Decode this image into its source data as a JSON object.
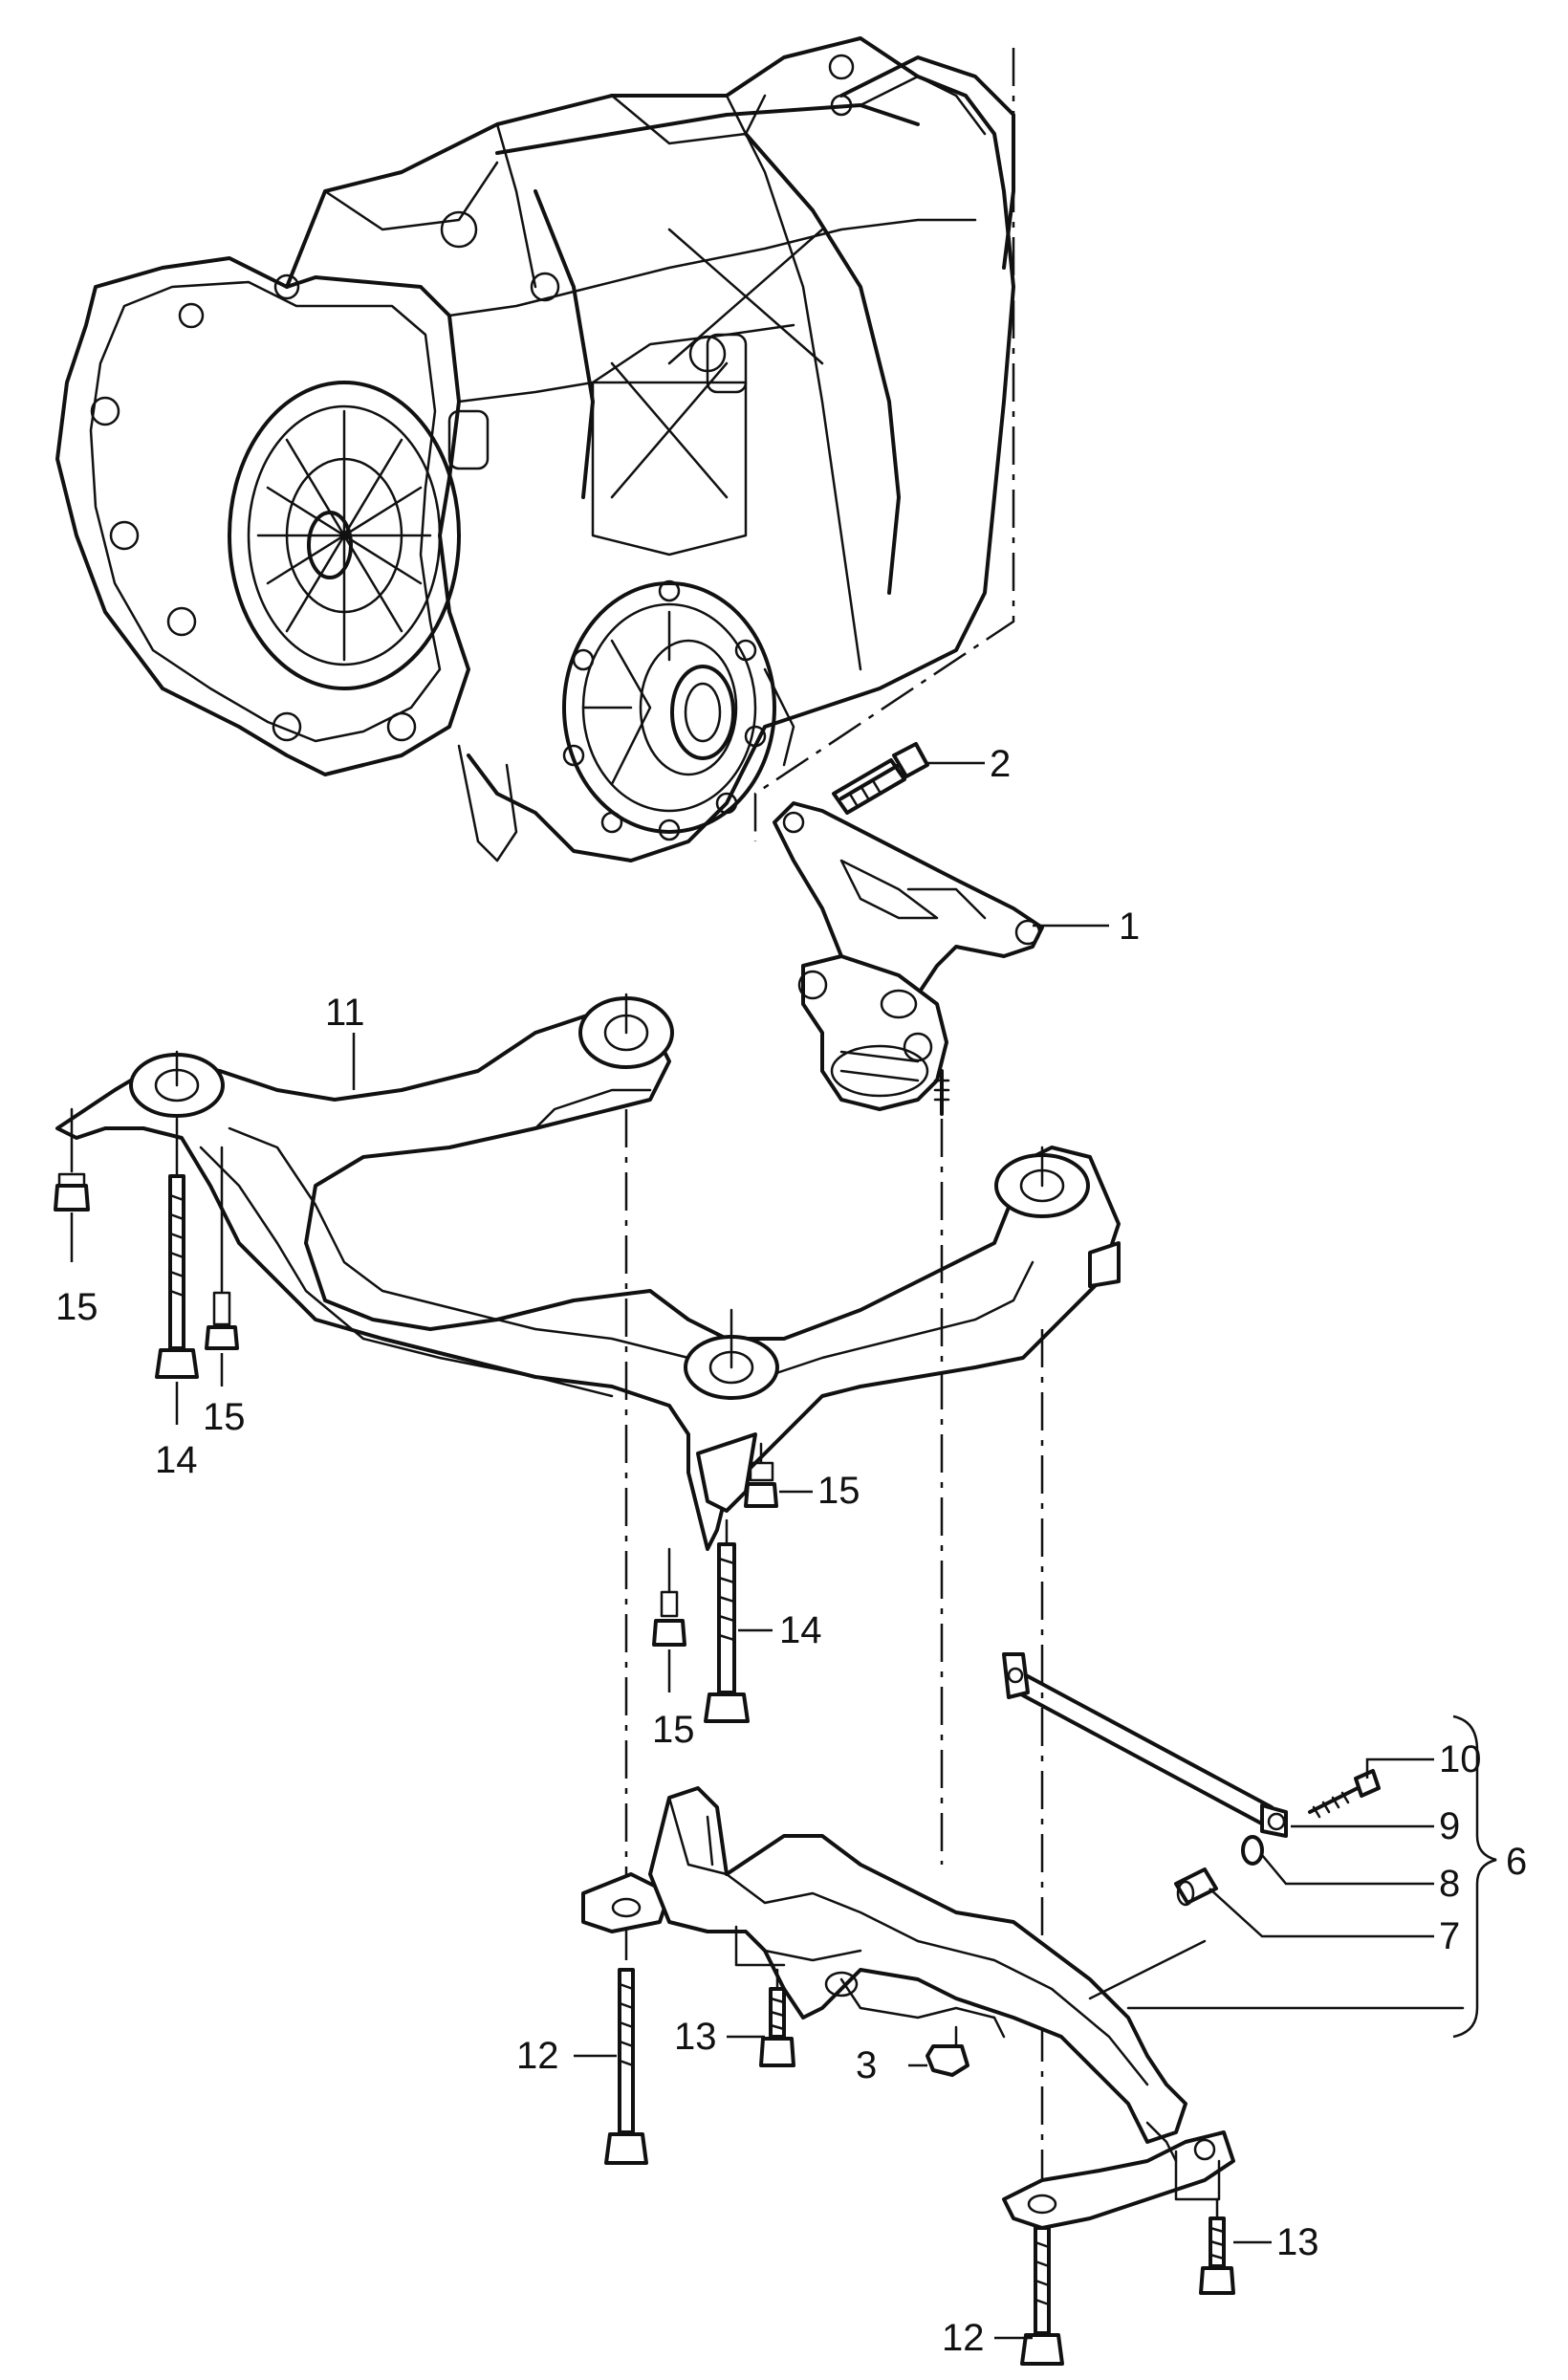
{
  "callouts": {
    "c1": "1",
    "c2": "2",
    "c3": "3",
    "c6": "6",
    "c7": "7",
    "c8": "8",
    "c9": "9",
    "c10": "10",
    "c11": "11",
    "c12a": "12",
    "c12b": "12",
    "c13a": "13",
    "c13b": "13",
    "c14a": "14",
    "c14b": "14",
    "c15a": "15",
    "c15b": "15",
    "c15c": "15",
    "c15d": "15"
  }
}
